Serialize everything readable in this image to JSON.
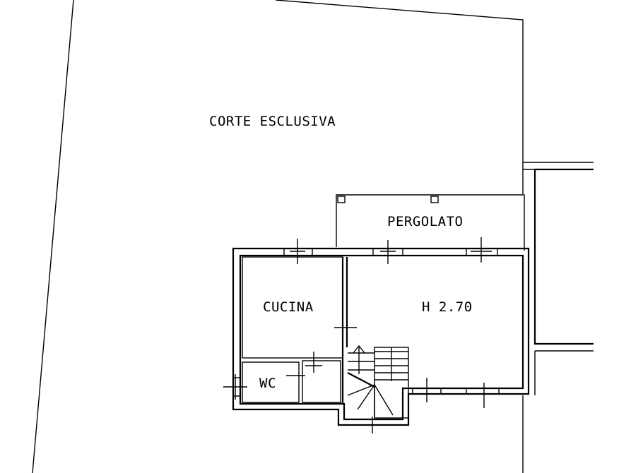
{
  "plan": {
    "labels": {
      "corte": "CORTE ESCLUSIVA",
      "pergolato": "PERGOLATO",
      "cucina": "CUCINA",
      "height": "H 2.70",
      "wc": "WC"
    }
  }
}
